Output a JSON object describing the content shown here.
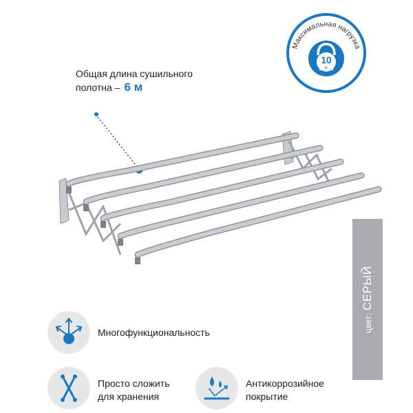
{
  "length": {
    "text": "Общая длина сушильного полотна –",
    "value": "6 м"
  },
  "badge": {
    "arc_text": "Максимальная нагрузка",
    "value": "10",
    "unit": "кг"
  },
  "color": {
    "prefix": "цвет:",
    "name": "СЕРЫЙ",
    "swatch": "#a9abae"
  },
  "features": [
    {
      "label": "Многофункциональность",
      "icon": "arrows-icon"
    },
    {
      "label": "Просто сложить для хранения",
      "icon": "scissors-icon"
    },
    {
      "label": "Антикоррозийное покрытие",
      "icon": "drops-icon"
    }
  ],
  "colors": {
    "accent": "#1a78c2",
    "rod": "#b8bcc2",
    "icon_bg": "#e6e7e9"
  }
}
